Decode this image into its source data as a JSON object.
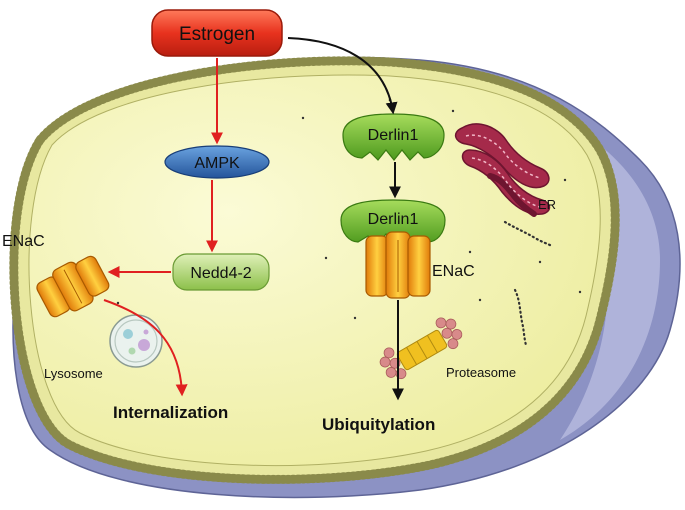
{
  "diagram": {
    "nodes": {
      "estrogen": "Estrogen",
      "ampk": "AMPK",
      "nedd4_2": "Nedd4-2",
      "derlin1_er": "Derlin1",
      "derlin1_bound": "Derlin1",
      "enac_membrane": "ENaC",
      "enac_bound": "ENaC",
      "er": "ER",
      "lysosome": "Lysosome",
      "proteasome": "Proteasome"
    },
    "outcomes": {
      "internalization": "Internalization",
      "ubiquitylation": "Ubiquitylation"
    },
    "colors": {
      "estrogen": "#e8321e",
      "ampk": "#2f6fb8",
      "nedd4_2": "#a8d468",
      "derlin1": "#7cc036",
      "enac": "#f39a1c",
      "er": "#a52a4a",
      "cytoplasm": "#f4f2b4",
      "red_arrow": "#e02020",
      "black_arrow": "#111111"
    }
  }
}
